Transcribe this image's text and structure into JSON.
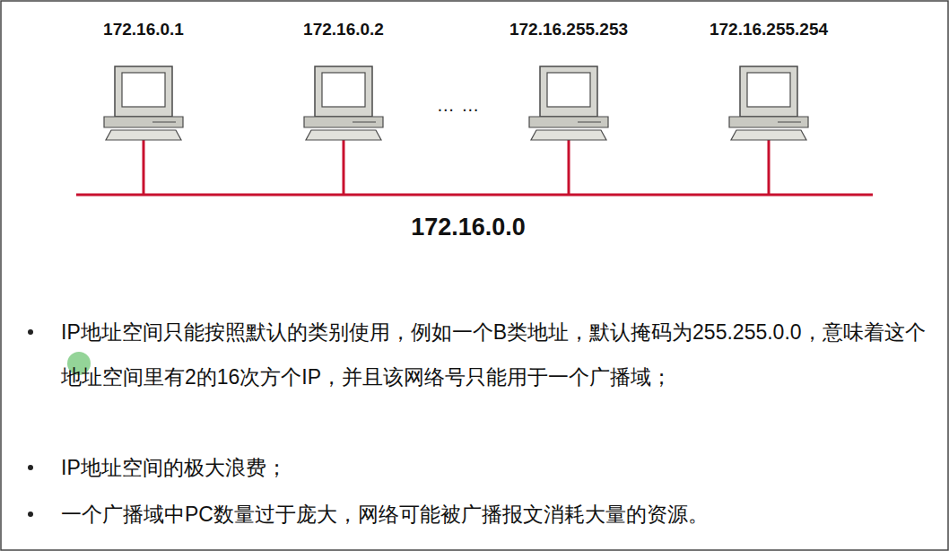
{
  "diagram": {
    "labels": [
      "172.16.0.1",
      "172.16.0.2",
      "172.16.255.253",
      "172.16.255.254",
      "… …",
      "172.16.0.0",
      "IP地址空间只能按照默认的类别使用，例如一个B类地址，默认掩码为255.255.0.0，意味着这个地址空间里有2的16次方个IP，并且该网络号只能用于一个广播域；",
      "IP地址空间的极大浪费；",
      "一个广播域中PC数量过于庞大，网络可能被广播报文消耗大量的资源。"
    ]
  }
}
